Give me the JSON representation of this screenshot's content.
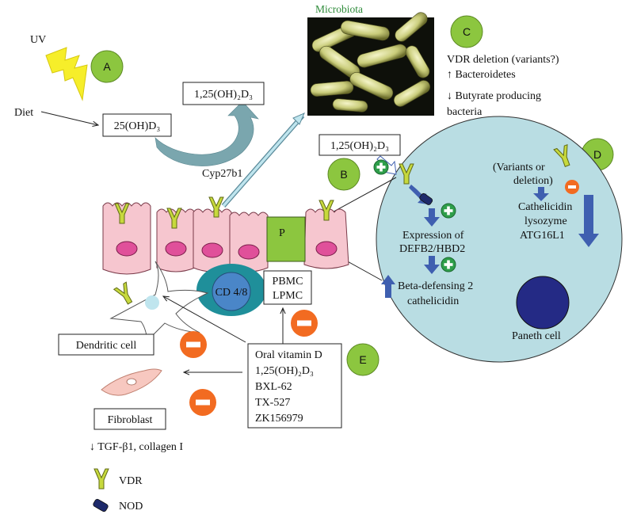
{
  "labels": {
    "microbiota": "Microbiota",
    "uv": "UV",
    "diet": "Diet",
    "cyp": "Cyp27b1",
    "c_line1": "VDR deletion (variants?)",
    "c_line2": "↑ Bacteroidetes",
    "c_line3": "↓ Butyrate producing",
    "c_line4": "bacteria",
    "d_line1": "(Variants or",
    "d_line2": "deletion)",
    "d_line3": "Cathelicidin",
    "d_line4": "lysozyme",
    "d_line5": "ATG16L1",
    "expr1": "Expression of",
    "expr2": "DEFB2/HBD2",
    "beta1": "Beta-defensing 2",
    "beta2": "cathelicidin",
    "paneth": "Paneth cell",
    "p": "P",
    "cd": "CD 4/8",
    "fibro_effect": "↓ TGF-β1, collagen I"
  },
  "boxes": {
    "calcitriol_top": "1,25(OH)₂D₃",
    "calcidiol": "25(OH)D₃",
    "calcitriol_mid": "1,25(OH)₂D₃",
    "pbmc1": "PBMC",
    "pbmc2": "LPMC",
    "dendritic": "Dendritic cell",
    "fibroblast": "Fibroblast",
    "drugs": [
      "Oral vitamin D",
      "1,25(OH)₂D₃",
      "BXL-62",
      "TX-527",
      "ZK156979"
    ]
  },
  "badges": {
    "a": "A",
    "b": "B",
    "c": "C",
    "d": "D",
    "e": "E"
  },
  "legend": {
    "vdr": "VDR",
    "nod": "NOD"
  },
  "colors": {
    "badge_green": "#8cc63f",
    "paneth_fill": "#b9dde3",
    "epithelial": "#f6c6cf",
    "nucleus": "#e0509a",
    "vdr": "#c7d93d",
    "inhibit": "#f26b21",
    "arrow_blue": "#3f5fb0",
    "teal": "#7aa6ae",
    "cd_ring": "#1f8f9a",
    "cd_inner": "#4a86c8",
    "microbiota_title": "#2e8b3a"
  }
}
